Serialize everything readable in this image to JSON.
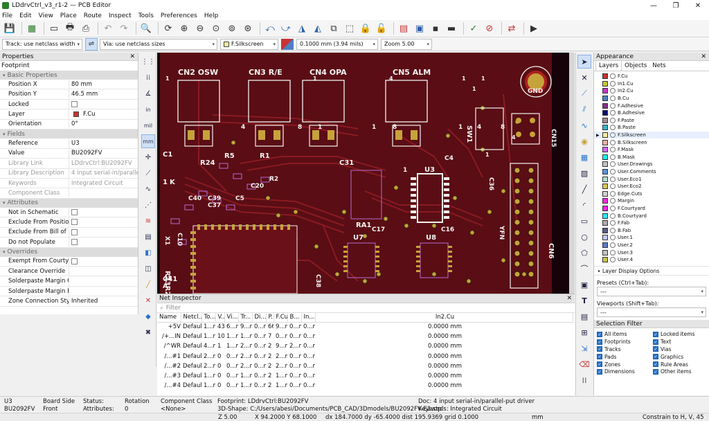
{
  "window": {
    "title": "LDdrvCtrl_v3_r1-2 — PCB Editor",
    "controls": {
      "minimize": "—",
      "maximize": "❐",
      "close": "✕"
    }
  },
  "menu": [
    "File",
    "Edit",
    "View",
    "Place",
    "Route",
    "Inspect",
    "Tools",
    "Preferences",
    "Help"
  ],
  "toolbar2": {
    "track": "Track: use netclass width",
    "via": "Via: use netclass sizes",
    "layer": "F.Silkscreen",
    "grid": "0.1000 mm (3.94 mils)",
    "zoom": "Zoom 5.00"
  },
  "properties": {
    "header": "Properties",
    "close": "✕",
    "subheader": "Footprint",
    "sections": [
      {
        "title": "Basic Properties",
        "rows": [
          {
            "key": "Position X",
            "value": "80 mm"
          },
          {
            "key": "Position Y",
            "value": "46.5 mm"
          },
          {
            "key": "Locked",
            "value": "",
            "checkbox": true
          },
          {
            "key": "Layer",
            "value": "F.Cu",
            "layerColor": "#c83434"
          },
          {
            "key": "Orientation",
            "value": "0°"
          }
        ]
      },
      {
        "title": "Fields",
        "rows": [
          {
            "key": "Reference",
            "value": "U3"
          },
          {
            "key": "Value",
            "value": "BU2092FV"
          },
          {
            "key": "Library Link",
            "value": "LDdrvCtrl:BU2092FV",
            "disabled": true
          },
          {
            "key": "Library Description",
            "value": "4 input serial-in/parallel-pu",
            "disabled": true
          },
          {
            "key": "Keywords",
            "value": "Integrated Circuit",
            "disabled": true
          },
          {
            "key": "Component Class",
            "value": "",
            "disabled": true
          }
        ]
      },
      {
        "title": "Attributes",
        "rows": [
          {
            "key": "Not in Schematic",
            "value": "",
            "checkbox": true
          },
          {
            "key": "Exclude From Position F...",
            "value": "",
            "checkbox": true
          },
          {
            "key": "Exclude From Bill of Ma...",
            "value": "",
            "checkbox": true
          },
          {
            "key": "Do not Populate",
            "value": "",
            "checkbox": true
          }
        ]
      },
      {
        "title": "Overrides",
        "rows": [
          {
            "key": "Exempt From Courtyard...",
            "value": "",
            "checkbox": true
          },
          {
            "key": "Clearance Override",
            "value": ""
          },
          {
            "key": "Solderpaste Margin Ove...",
            "value": ""
          },
          {
            "key": "Solderpaste Margin Rati...",
            "value": ""
          },
          {
            "key": "Zone Connection Style",
            "value": "Inherited"
          }
        ]
      }
    ]
  },
  "pcb": {
    "labels": [
      "CN2 OSW",
      "CN3 R/E",
      "CN4 OPA",
      "CN5 ALM",
      "GND",
      "SW1",
      "CN15",
      "U3",
      "U7",
      "U8",
      "C31",
      "C4",
      "C36",
      "RA1",
      "C17",
      "C16",
      "C1",
      "R5",
      "R24",
      "R1",
      "R2",
      "C20",
      "C40",
      "C39",
      "C37",
      "C5",
      "X1",
      "R23R22",
      "C10",
      "C41",
      "C38",
      "CN6",
      "YFN",
      "1",
      "4",
      "8",
      "1",
      "1",
      "1",
      "4",
      "8",
      "1",
      "1",
      "1",
      "4",
      "8",
      "1",
      "1",
      "1",
      "4",
      "1",
      "K",
      "A",
      "18"
    ],
    "colors": {
      "board": "#5a0d14",
      "copper": "#8a1a22",
      "bg": "#150309",
      "silk": "#f2f2f2",
      "selection": "#b46dd8",
      "pad": "#c6a33a"
    }
  },
  "netInspector": {
    "header": "Net Inspector",
    "close": "✕",
    "filterPlaceholder": "Filter",
    "columns": [
      "Name",
      "Netcl...",
      "To...",
      "V...",
      "Vi...",
      "Tr...",
      "Di...",
      "P...",
      "F.Cu",
      "B...",
      "In...",
      "In2.Cu"
    ],
    "rows": [
      [
        "+5V",
        "Default",
        "1...m",
        "43",
        "6...m",
        "9...m",
        "0...m",
        "66",
        "9...m",
        "0...m",
        "0...m",
        "0.0000 mm"
      ],
      [
        "/+...IN",
        "Default",
        "1...m",
        "10",
        "1...m",
        "1...m",
        "0...m",
        "7",
        "0...m",
        "0...m",
        "0...m",
        "0.0000 mm"
      ],
      [
        "/^WR",
        "Default",
        "4...m",
        "1",
        "1...m",
        "2...m",
        "0...m",
        "2",
        "9...m",
        "2...m",
        "0...m",
        "0.0000 mm"
      ],
      [
        "/...#1",
        "Default",
        "2...m",
        "0",
        "0...m",
        "2...m",
        "0...m",
        "2",
        "2...m",
        "0...m",
        "0...m",
        "0.0000 mm"
      ],
      [
        "/...#2",
        "Default",
        "2...m",
        "0",
        "0...m",
        "2...m",
        "0...m",
        "2",
        "2...m",
        "0...m",
        "0...m",
        "0.0000 mm"
      ],
      [
        "/...#3",
        "Default",
        "1...m",
        "0",
        "0...m",
        "1...m",
        "0...m",
        "2",
        "1...m",
        "0...m",
        "0...m",
        "0.0000 mm"
      ],
      [
        "/...#4",
        "Default",
        "1...m",
        "0",
        "0...m",
        "1...m",
        "0...m",
        "2",
        "1...m",
        "0...m",
        "0...m",
        "0.0000 mm"
      ]
    ]
  },
  "appearance": {
    "header": "Appearance",
    "close": "✕",
    "tabs": [
      "Layers",
      "Objects",
      "Nets"
    ],
    "layers": [
      {
        "name": "F.Cu",
        "color": "#c83434"
      },
      {
        "name": "In1.Cu",
        "color": "#c8c834"
      },
      {
        "name": "In2.Cu",
        "color": "#c834c8"
      },
      {
        "name": "B.Cu",
        "color": "#4d7fc4"
      },
      {
        "name": "F.Adhesive",
        "color": "#842f88"
      },
      {
        "name": "B.Adhesive",
        "color": "#0a0a70"
      },
      {
        "name": "F.Paste",
        "color": "#9e8a8a"
      },
      {
        "name": "B.Paste",
        "color": "#30b8c8"
      },
      {
        "name": "F.Silkscreen",
        "color": "#f2eda1",
        "selected": true
      },
      {
        "name": "B.Silkscreen",
        "color": "#e8b2a7"
      },
      {
        "name": "F.Mask",
        "color": "#d864ff"
      },
      {
        "name": "B.Mask",
        "color": "#02ffee"
      },
      {
        "name": "User.Drawings",
        "color": "#c2c2c2"
      },
      {
        "name": "User.Comments",
        "color": "#5994dc"
      },
      {
        "name": "User.Eco1",
        "color": "#b4dbd2"
      },
      {
        "name": "User.Eco2",
        "color": "#d8c852"
      },
      {
        "name": "Edge.Cuts",
        "color": "#d0d2cd"
      },
      {
        "name": "Margin",
        "color": "#ff26e2"
      },
      {
        "name": "F.Courtyard",
        "color": "#ff26e2"
      },
      {
        "name": "B.Courtyard",
        "color": "#26e9ff"
      },
      {
        "name": "F.Fab",
        "color": "#afafaf"
      },
      {
        "name": "B.Fab",
        "color": "#585d84"
      },
      {
        "name": "User.1",
        "color": "#c2c8ff"
      },
      {
        "name": "User.2",
        "color": "#597acd"
      },
      {
        "name": "User.3",
        "color": "#c2c2c2"
      },
      {
        "name": "User.4",
        "color": "#c8c848"
      }
    ],
    "layerDisplayOptions": "Layer Display Options",
    "presetsLabel": "Presets (Ctrl+Tab):",
    "presetsValue": "---",
    "viewportsLabel": "Viewports (Shift+Tab):",
    "viewportsValue": "---"
  },
  "selectionFilter": {
    "header": "Selection Filter",
    "items": [
      "All items",
      "Locked items",
      "Footprints",
      "Text",
      "Tracks",
      "Vias",
      "Pads",
      "Graphics",
      "Zones",
      "Rule Areas",
      "Dimensions",
      "Other items"
    ]
  },
  "status": {
    "ref": "U3",
    "value": "BU2092FV",
    "boardSideLabel": "Board Side",
    "boardSide": "Front",
    "statusLabel": "Status:",
    "attributesLabel": "Attributes:",
    "rotationLabel": "Rotation",
    "rotation": "0",
    "componentClassLabel": "Component Class",
    "componentClass": "<None>",
    "footprint": "Footprint: LDdrvCtrl:BU2092FV",
    "shape": "3D-Shape: C:/Users/abesi/Documents/PCB_CAD/3Dmodels/BU2092FV-E2.stp",
    "doc": "Doc: 4 input serial-in/parallel-put driver",
    "keywords": "Keywords: Integrated Circuit"
  },
  "coords": {
    "zoom": "Z 5.00",
    "xy": "X 94.2000  Y 68.1000",
    "delta": "dx 184.7000  dy -65.4000  dist 195.9369",
    "grid": "grid 0.1000",
    "unit": "mm",
    "constraint": "Constrain to H, V, 45"
  }
}
